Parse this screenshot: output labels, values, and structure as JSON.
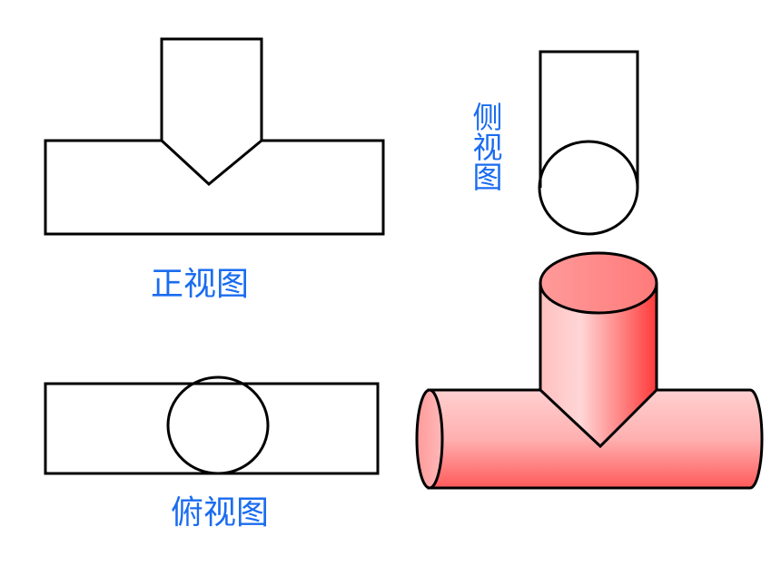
{
  "labels": {
    "front_view": "正视图",
    "side_view": "侧视图",
    "top_view": "俯视图"
  },
  "colors": {
    "label": "#1a6cf0",
    "stroke": "#000000",
    "solid_light": "#ffd6d6",
    "solid_mid": "#ff9a9a",
    "solid_dark": "#ff3a3a"
  }
}
